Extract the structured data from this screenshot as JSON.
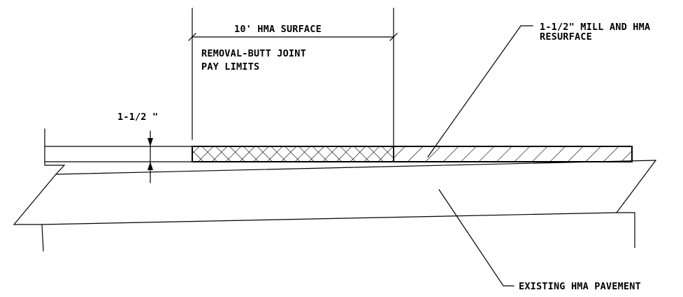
{
  "diagram": {
    "labels": {
      "surface_width": "10' HMA SURFACE",
      "removal_line1": "REMOVAL-BUTT JOINT",
      "removal_line2": "PAY LIMITS",
      "thickness": "1-1/2 \"",
      "mill_line1": "1-1/2\" MILL AND HMA",
      "mill_line2": "RESURFACE",
      "existing": "EXISTING HMA PAVEMENT"
    }
  }
}
